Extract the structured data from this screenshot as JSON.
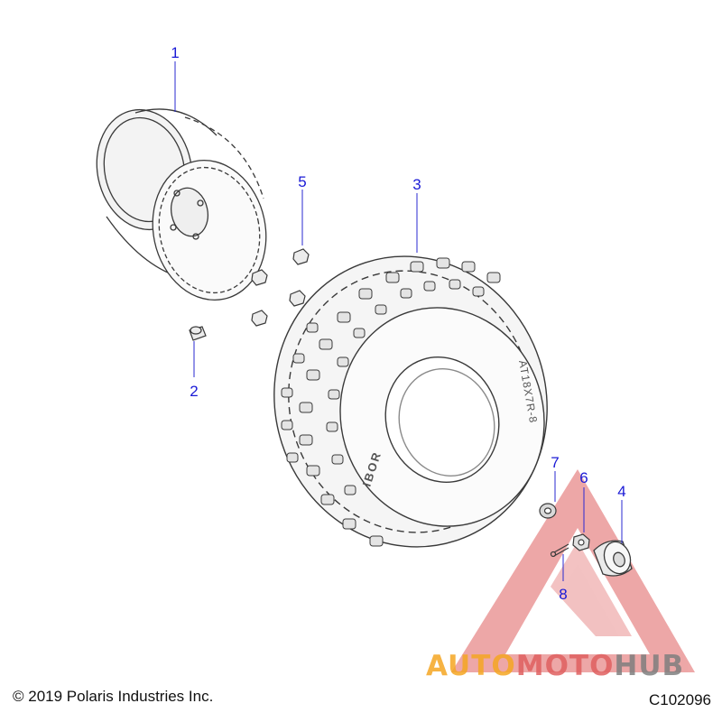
{
  "callouts": [
    {
      "number": "1",
      "part": "wheel-rim"
    },
    {
      "number": "2",
      "part": "valve-stem"
    },
    {
      "number": "3",
      "part": "tire"
    },
    {
      "number": "4",
      "part": "hub-cap"
    },
    {
      "number": "5",
      "part": "lug-nuts"
    },
    {
      "number": "6",
      "part": "nut"
    },
    {
      "number": "7",
      "part": "washer"
    },
    {
      "number": "8",
      "part": "cotter-pin"
    }
  ],
  "tire_sidewall_text": {
    "size": "AT18X7R-8",
    "brand": "IBOR"
  },
  "watermark": {
    "part1": "AUTO",
    "part2": "MOTO",
    "part3": "HUB"
  },
  "footer": {
    "copyright": "© 2019 Polaris Industries Inc.",
    "figure_id": "C102096"
  },
  "colors": {
    "callout": "#1a1ad6",
    "watermark_red": "#e06060",
    "watermark_orange": "#f5a623",
    "watermark_gray": "#7f7f7f",
    "line_art": "#3a3a3a"
  }
}
